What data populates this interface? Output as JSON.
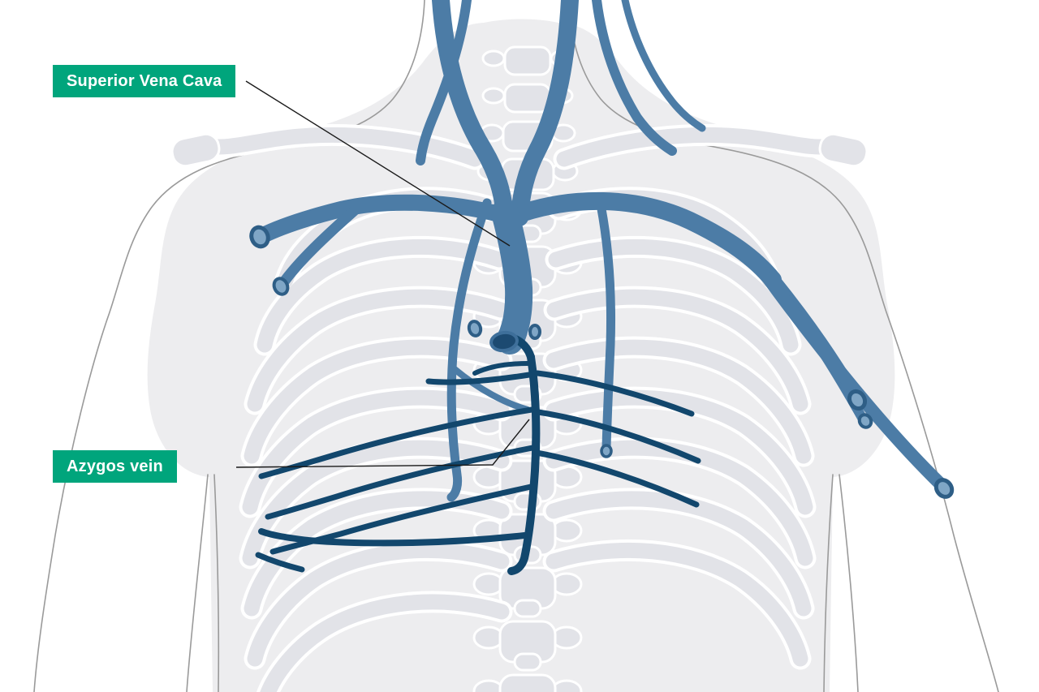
{
  "figure": {
    "type": "anatomical-diagram",
    "labels": [
      {
        "id": "superior_vena_cava",
        "text": "Superior Vena Cava"
      },
      {
        "id": "azygos_vein",
        "text": "Azygos vein"
      }
    ],
    "colors": {
      "background": "#FFFFFF",
      "label_background": "#00A57C",
      "label_text": "#FFFFFF",
      "vein_primary": "#4C7CA6",
      "vein_dark": "#12476D",
      "body_shade": "#EDEDEF",
      "bone": "#E2E3E8",
      "outline": "#9A9A9A",
      "leader_line": "#1A1A1A"
    }
  }
}
